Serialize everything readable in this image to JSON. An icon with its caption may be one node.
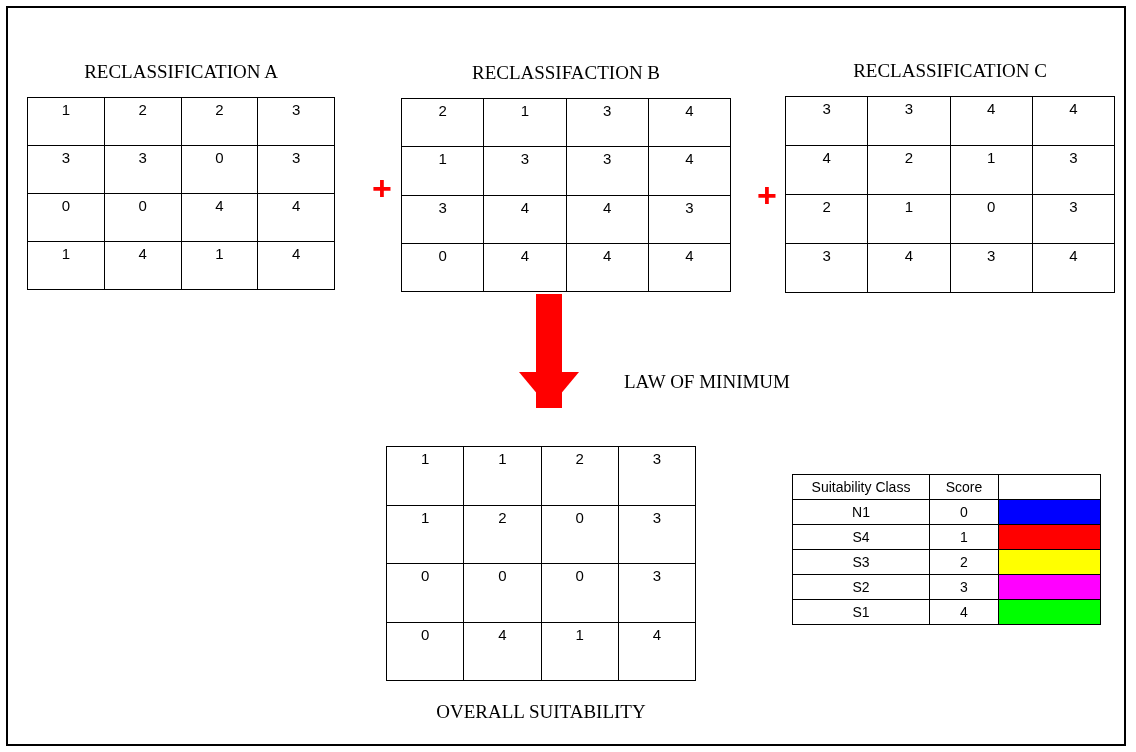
{
  "diagram": {
    "nodes": [
      {
        "text": [
          "RECLASSIFICATION A"
        ]
      },
      {
        "text": [
          "RECLASSIFACTION B"
        ]
      },
      {
        "text": [
          "RECLASSIFICATION C"
        ]
      },
      {
        "text": [
          "OVERALL SUITABILITY"
        ]
      }
    ],
    "edges": [
      {
        "from": 1,
        "to": 3,
        "arrow": "to",
        "label": "LAW OF MINIMUM",
        "color": "#ff0000"
      }
    ],
    "labels": [
      "1",
      "2",
      "2",
      "3",
      "3",
      "3",
      "0",
      "3",
      "0",
      "0",
      "4",
      "4",
      "1",
      "4",
      "1",
      "4",
      "+",
      "2",
      "1",
      "3",
      "4",
      "1",
      "3",
      "3",
      "4",
      "3",
      "4",
      "4",
      "3",
      "0",
      "4",
      "4",
      "4",
      "+",
      "3",
      "3",
      "4",
      "4",
      "4",
      "2",
      "1",
      "3",
      "2",
      "1",
      "0",
      "3",
      "3",
      "4",
      "3",
      "4",
      "1",
      "1",
      "2",
      "3",
      "1",
      "2",
      "0",
      "3",
      "0",
      "0",
      "0",
      "3",
      "0",
      "4",
      "1",
      "4",
      "Suitability Class",
      "Score",
      "0",
      "1",
      "2",
      "3",
      "4"
    ],
    "legend": [
      {
        "text": "N1",
        "color": "#0000ff"
      },
      {
        "text": "S4",
        "color": "#ff0000"
      },
      {
        "text": "S3",
        "color": "#ffff00"
      },
      {
        "text": "S2",
        "color": "#ff00ff"
      },
      {
        "text": "S1",
        "color": "#00ff00"
      }
    ]
  }
}
